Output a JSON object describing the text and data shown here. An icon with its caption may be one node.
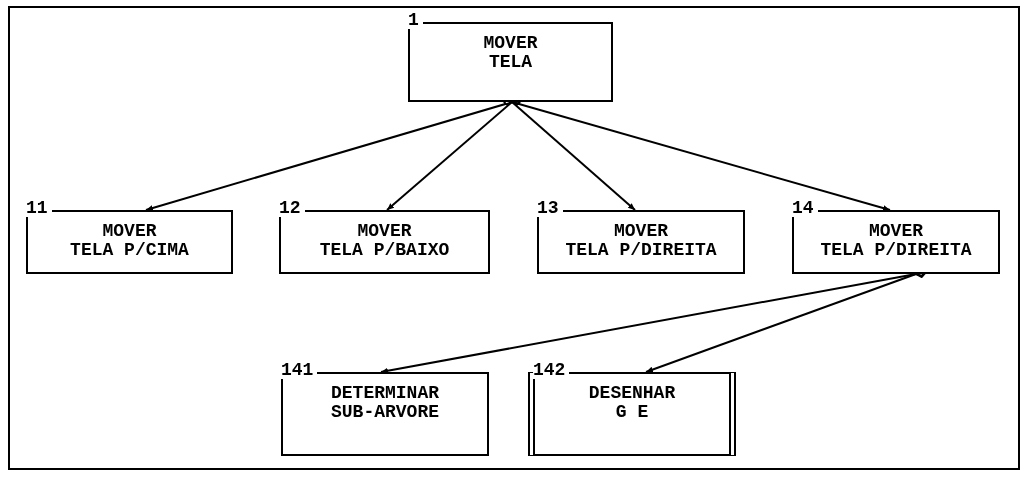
{
  "diagram": {
    "nodes": [
      {
        "text": [
          "1",
          "MOVER TELA"
        ]
      },
      {
        "text": [
          "11",
          "MOVER TELA P/CIMA"
        ]
      },
      {
        "text": [
          "12",
          "MOVER TELA P/BAIXO"
        ]
      },
      {
        "text": [
          "13",
          "MOVER TELA P/DIREITA"
        ]
      },
      {
        "text": [
          "14",
          "MOVER TELA P/DIREITA"
        ]
      },
      {
        "text": [
          "141",
          "DETERMINAR SUB-ARVORE"
        ]
      },
      {
        "text": [
          "142",
          "DESENHAR G E"
        ]
      }
    ],
    "edges": [
      {
        "from": 0,
        "to": 1,
        "arrow": "to"
      },
      {
        "from": 0,
        "to": 2,
        "arrow": "to"
      },
      {
        "from": 0,
        "to": 3,
        "arrow": "to"
      },
      {
        "from": 0,
        "to": 4,
        "arrow": "to"
      },
      {
        "from": 4,
        "to": 5,
        "arrow": "to"
      },
      {
        "from": 4,
        "to": 6,
        "arrow": "to"
      }
    ]
  }
}
